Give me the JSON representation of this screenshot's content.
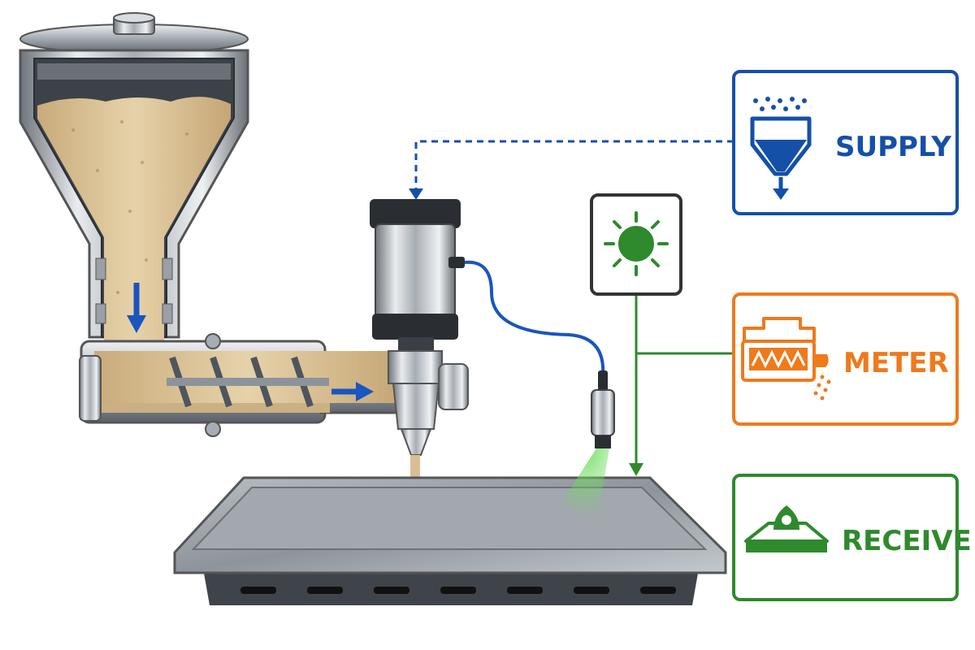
{
  "stages": [
    {
      "id": "supply",
      "label": "SUPPLY",
      "color": "#1450a8",
      "icon": "hopper-icon"
    },
    {
      "id": "meter",
      "label": "METER",
      "color": "#ee7a1c",
      "icon": "metering-pump-icon"
    },
    {
      "id": "receive",
      "label": "RECEIVE",
      "color": "#2e8a2c",
      "icon": "deposit-tray-icon"
    }
  ],
  "sensor": {
    "icon": "light-sensor-icon",
    "color": "#2e8a2c"
  },
  "flow": {
    "arrow_color": "#1a55c0",
    "dough_color": "#d8bf93"
  }
}
